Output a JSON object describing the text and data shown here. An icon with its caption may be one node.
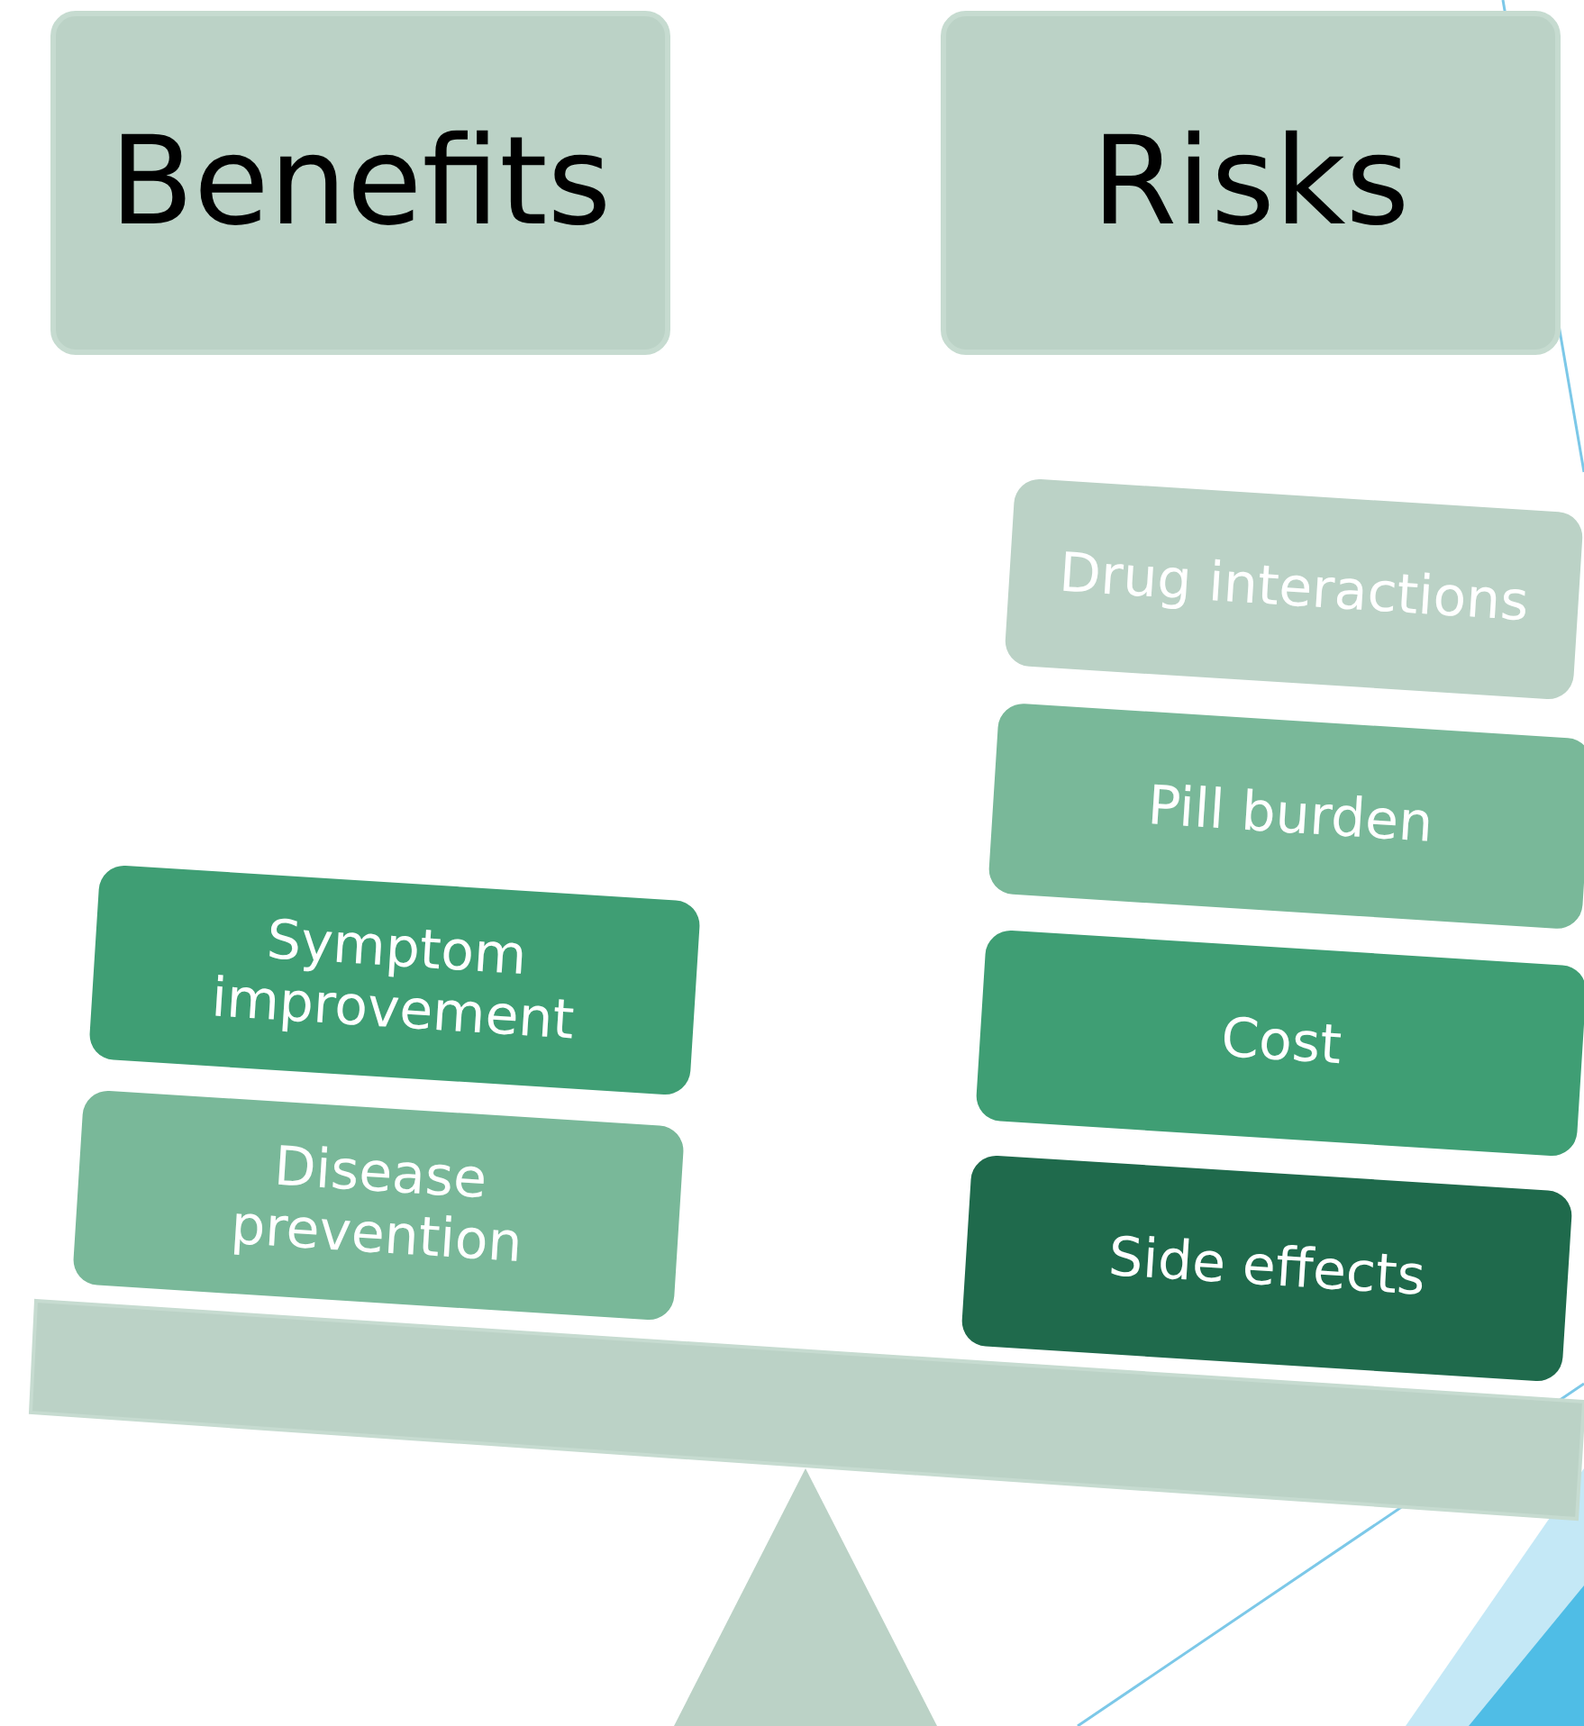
{
  "diagram": {
    "nodes": [
      {
        "text": [
          "Benefits"
        ]
      },
      {
        "text": [
          "Risks"
        ]
      },
      {
        "text": [
          "Symptom improvement"
        ]
      },
      {
        "text": [
          "Disease prevention"
        ]
      },
      {
        "text": [
          "Drug interactions"
        ]
      },
      {
        "text": [
          "Pill burden"
        ]
      },
      {
        "text": [
          "Cost"
        ]
      },
      {
        "text": [
          "Side effects"
        ]
      }
    ]
  }
}
